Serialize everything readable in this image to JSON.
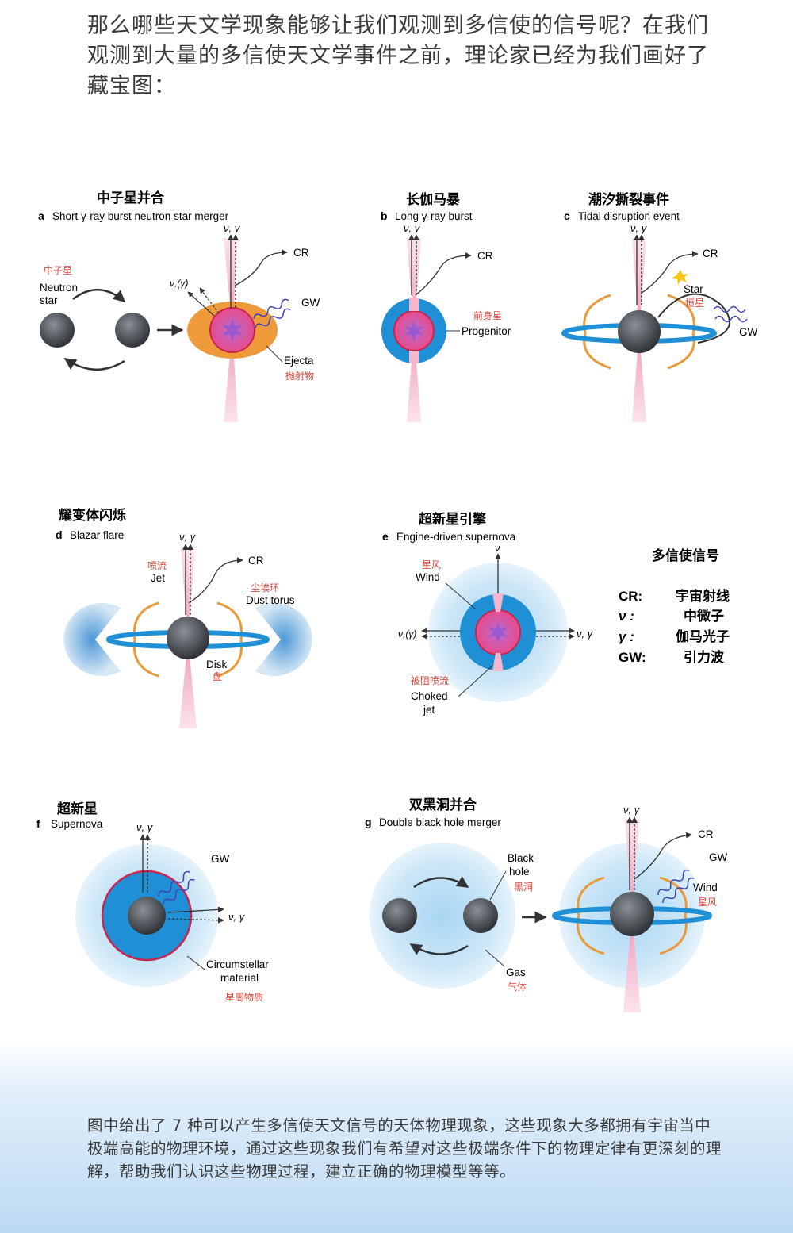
{
  "intro_text": "那么哪些天文学现象能够让我们观测到多信使的信号呢？在我们观测到大量的多信使天文学事件之前，理论家已经为我们画好了藏宝图：",
  "outro_text": "图中给出了 7 种可以产生多信使天文信号的天体物理现象，这些现象大多都拥有宇宙当中极端高能的物理环境，通过这些现象我们有希望对这些极端条件下的物理定律有更深刻的理解，帮助我们认识这些物理过程，建立正确的物理模型等等。",
  "panels": {
    "a": {
      "title_zh": "中子星并合",
      "letter": "a",
      "title_en": "Short γ-ray burst neutron star merger",
      "neutron_star_zh": "中子星",
      "neutron_star_1": "Neutron",
      "neutron_star_2": "star",
      "nu_gamma": "ν, γ",
      "nu_gamma_paren": "ν,(γ)",
      "cr": "CR",
      "gw": "GW",
      "ejecta": "Ejecta",
      "ejecta_zh": "抛射物"
    },
    "b": {
      "title_zh": "长伽马暴",
      "letter": "b",
      "title_en": "Long γ-ray burst",
      "nu_gamma": "ν, γ",
      "cr": "CR",
      "progenitor_zh": "前身星",
      "progenitor": "Progenitor"
    },
    "c": {
      "title_zh": "潮汐撕裂事件",
      "letter": "c",
      "title_en": "Tidal disruption event",
      "nu_gamma": "ν, γ",
      "cr": "CR",
      "star": "Star",
      "star_zh": "恒星",
      "gw": "GW"
    },
    "d": {
      "title_zh": "耀变体闪烁",
      "letter": "d",
      "title_en": "Blazar flare",
      "nu_gamma": "ν, γ",
      "cr": "CR",
      "jet_zh": "喷流",
      "jet": "Jet",
      "dust_zh": "尘埃环",
      "dust": "Dust torus",
      "disk": "Disk",
      "disk_zh": "盘"
    },
    "e": {
      "title_zh": "超新星引擎",
      "letter": "e",
      "title_en": "Engine-driven supernova",
      "nu": "ν",
      "wind_zh": "星风",
      "wind": "Wind",
      "nu_gamma_paren": "ν,(γ)",
      "nu_gamma": "ν, γ",
      "choked_zh": "被阻喷流",
      "choked_1": "Choked",
      "choked_2": "jet"
    },
    "f": {
      "title_zh": "超新星",
      "letter": "f",
      "title_en": "Supernova",
      "nu_gamma": "ν, γ",
      "gw": "GW",
      "csm_1": "Circumstellar",
      "csm_2": "material",
      "csm_zh": "星周物质"
    },
    "g": {
      "title_zh": "双黑洞并合",
      "letter": "g",
      "title_en": "Double black hole merger",
      "bh_1": "Black",
      "bh_2": "hole",
      "bh_zh": "黑洞",
      "gas": "Gas",
      "gas_zh": "气体",
      "nu_gamma": "ν, γ",
      "cr": "CR",
      "gw": "GW",
      "wind": "Wind",
      "wind_zh": "星风"
    }
  },
  "legend": {
    "title": "多信使信号",
    "rows": [
      {
        "sym": "CR:",
        "zh": "宇宙射线"
      },
      {
        "sym": "ν :",
        "zh": "中微子"
      },
      {
        "sym": "γ :",
        "zh": "伽马光子"
      },
      {
        "sym": "GW:",
        "zh": "引力波"
      }
    ]
  },
  "colors": {
    "blue": "#1f8fd6",
    "pink": "#e0457f",
    "orange": "#e99a3a",
    "star": "#4b4f55",
    "label_red": "#e0443a",
    "glow": "#bfe0f5"
  }
}
